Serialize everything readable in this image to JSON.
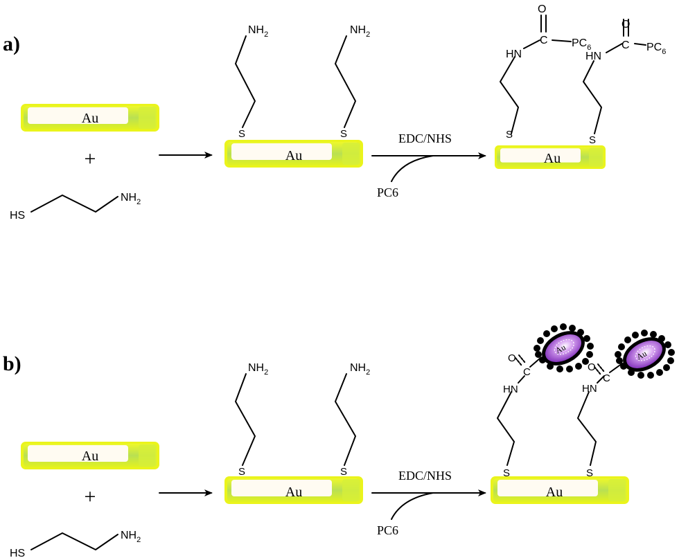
{
  "panels": [
    {
      "label": "a)"
    },
    {
      "label": "b)"
    }
  ],
  "labels": {
    "au": "Au",
    "plus": "+",
    "nh2": "NH",
    "sub2": "2",
    "s": "S",
    "hs": "HS",
    "hn": "HN",
    "o": "O",
    "c": "C",
    "pc": "PC",
    "sub6": "6",
    "reagent": "EDC/NHS",
    "pc6": "PC6"
  },
  "colors": {
    "rod_yellow": "#e9f51a",
    "rod_green": "#b7df52",
    "rod_highlight": "#fffaf0",
    "np_purple": "#9b3fcf",
    "np_shell": "#000000"
  }
}
